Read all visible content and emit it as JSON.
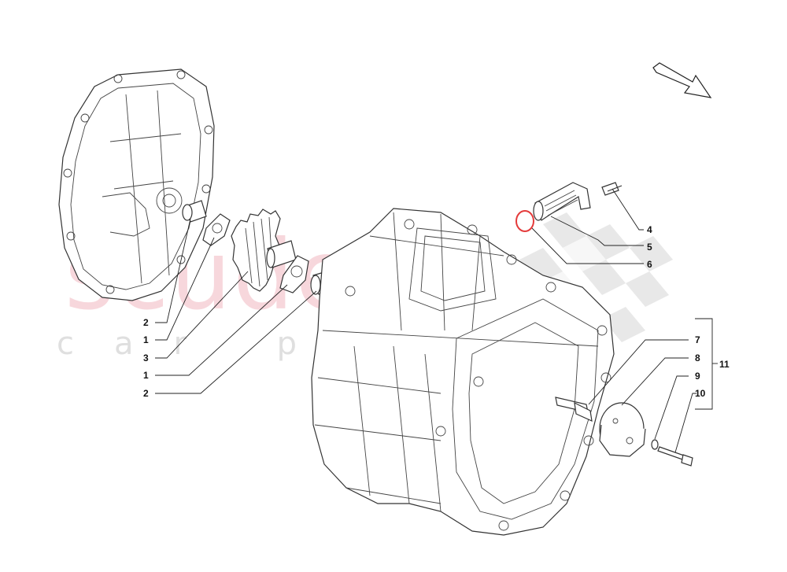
{
  "watermark": {
    "brand": "scuderia",
    "tagline": "car parts"
  },
  "callouts": [
    {
      "id": "c2a",
      "text": "2"
    },
    {
      "id": "c1a",
      "text": "1"
    },
    {
      "id": "c3",
      "text": "3"
    },
    {
      "id": "c1b",
      "text": "1"
    },
    {
      "id": "c2b",
      "text": "2"
    },
    {
      "id": "c4",
      "text": "4"
    },
    {
      "id": "c5",
      "text": "5"
    },
    {
      "id": "c6",
      "text": "6"
    },
    {
      "id": "c7",
      "text": "7"
    },
    {
      "id": "c8",
      "text": "8"
    },
    {
      "id": "c9",
      "text": "9"
    },
    {
      "id": "c10",
      "text": "10"
    },
    {
      "id": "c11",
      "text": "11"
    }
  ],
  "colors": {
    "line": "#333333",
    "seal_ring": "#e43b3b",
    "watermark_brand": "#f2b8c0",
    "watermark_flag": "#d6d6d6"
  },
  "icons": {
    "direction": "arrow-icon"
  }
}
